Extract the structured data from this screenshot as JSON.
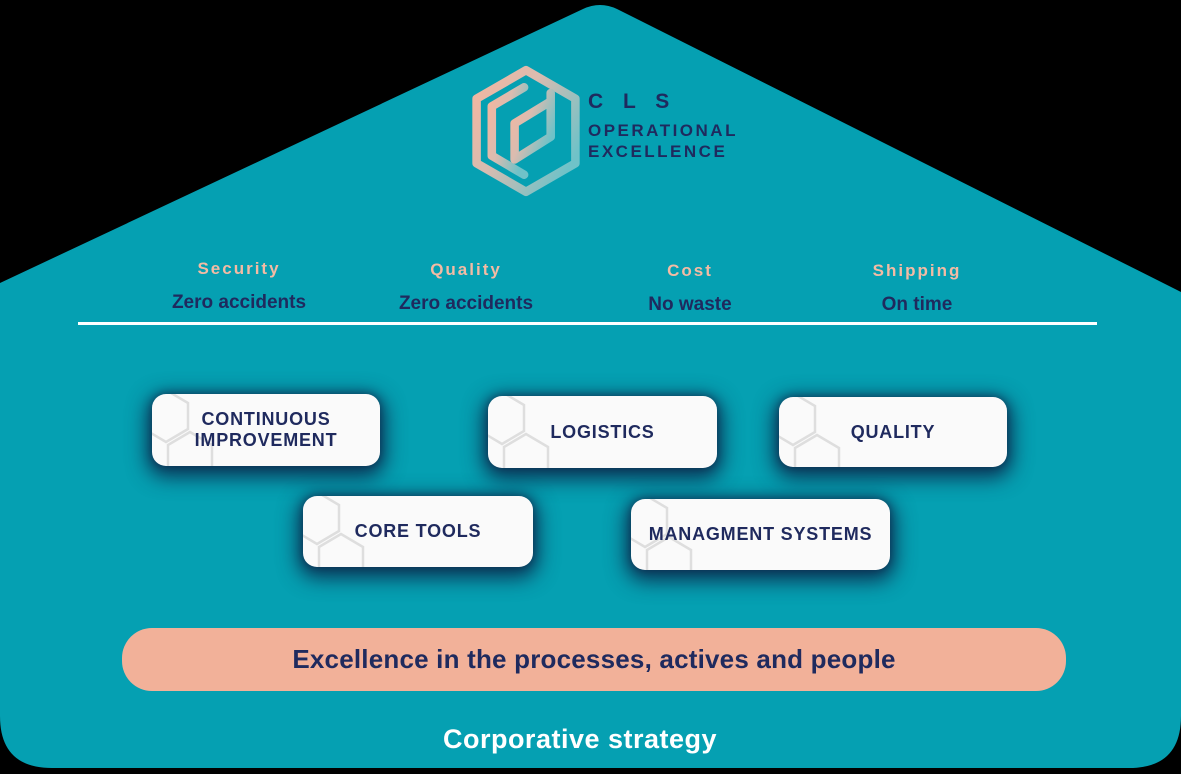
{
  "logo": {
    "line1": "C L S",
    "line2": "OPERATIONAL",
    "line3": "EXCELLENCE"
  },
  "pillars": [
    {
      "title": "Security",
      "subtitle": "Zero accidents"
    },
    {
      "title": "Quality",
      "subtitle": "Zero accidents"
    },
    {
      "title": "Cost",
      "subtitle": "No waste"
    },
    {
      "title": "Shipping",
      "subtitle": "On time"
    }
  ],
  "modules": [
    {
      "label": "CONTINUOUS IMPROVEMENT"
    },
    {
      "label": "LOGISTICS"
    },
    {
      "label": "QUALITY"
    },
    {
      "label": "CORE TOOLS"
    },
    {
      "label": "MANAGMENT SYSTEMS"
    }
  ],
  "banner": {
    "label": "Excellence in the processes, actives and people"
  },
  "footer": {
    "label": "Corporative strategy"
  },
  "colors": {
    "house_teal": "#05A0B2",
    "navy_text": "#1F2A5E",
    "peach_heading": "#F4BBA4",
    "banner_salmon": "#F2B199",
    "card_white": "#FAFAFA",
    "divider_white": "#FFFFFF",
    "logo_gradient_start": "#F4B69F",
    "logo_gradient_end": "#6FC2C8"
  }
}
